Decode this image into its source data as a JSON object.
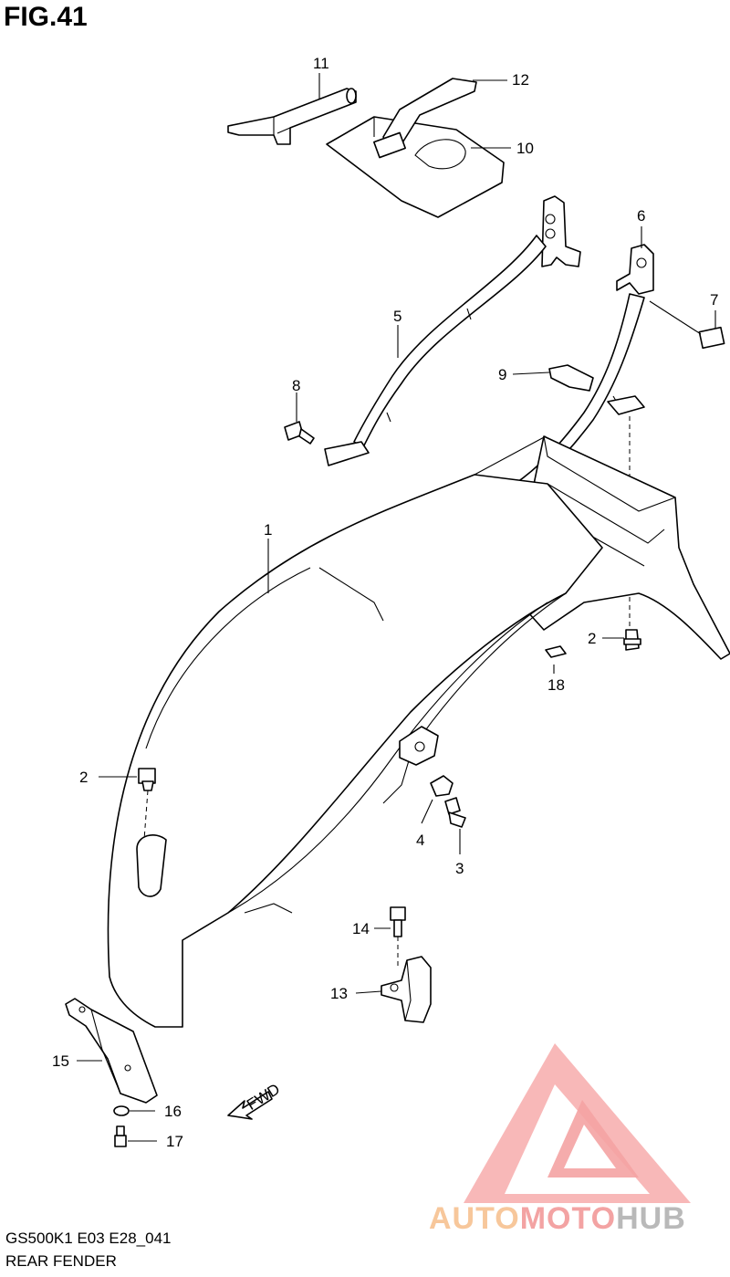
{
  "figure": {
    "title": "FIG.41"
  },
  "footer": {
    "code": "GS500K1 E03 E28_041",
    "name": "REAR FENDER"
  },
  "direction_label": "FWD",
  "watermark": {
    "part1": "AUTO",
    "part2": "MOTO",
    "part3": "HUB",
    "color_logo": "#f3a3a3"
  },
  "callouts": {
    "c1": "1",
    "c2a": "2",
    "c2b": "2",
    "c3": "3",
    "c4": "4",
    "c5": "5",
    "c6": "6",
    "c7": "7",
    "c8": "8",
    "c9": "9",
    "c10": "10",
    "c11": "11",
    "c12": "12",
    "c13": "13",
    "c14": "14",
    "c15": "15",
    "c16": "16",
    "c17": "17",
    "c18": "18"
  }
}
